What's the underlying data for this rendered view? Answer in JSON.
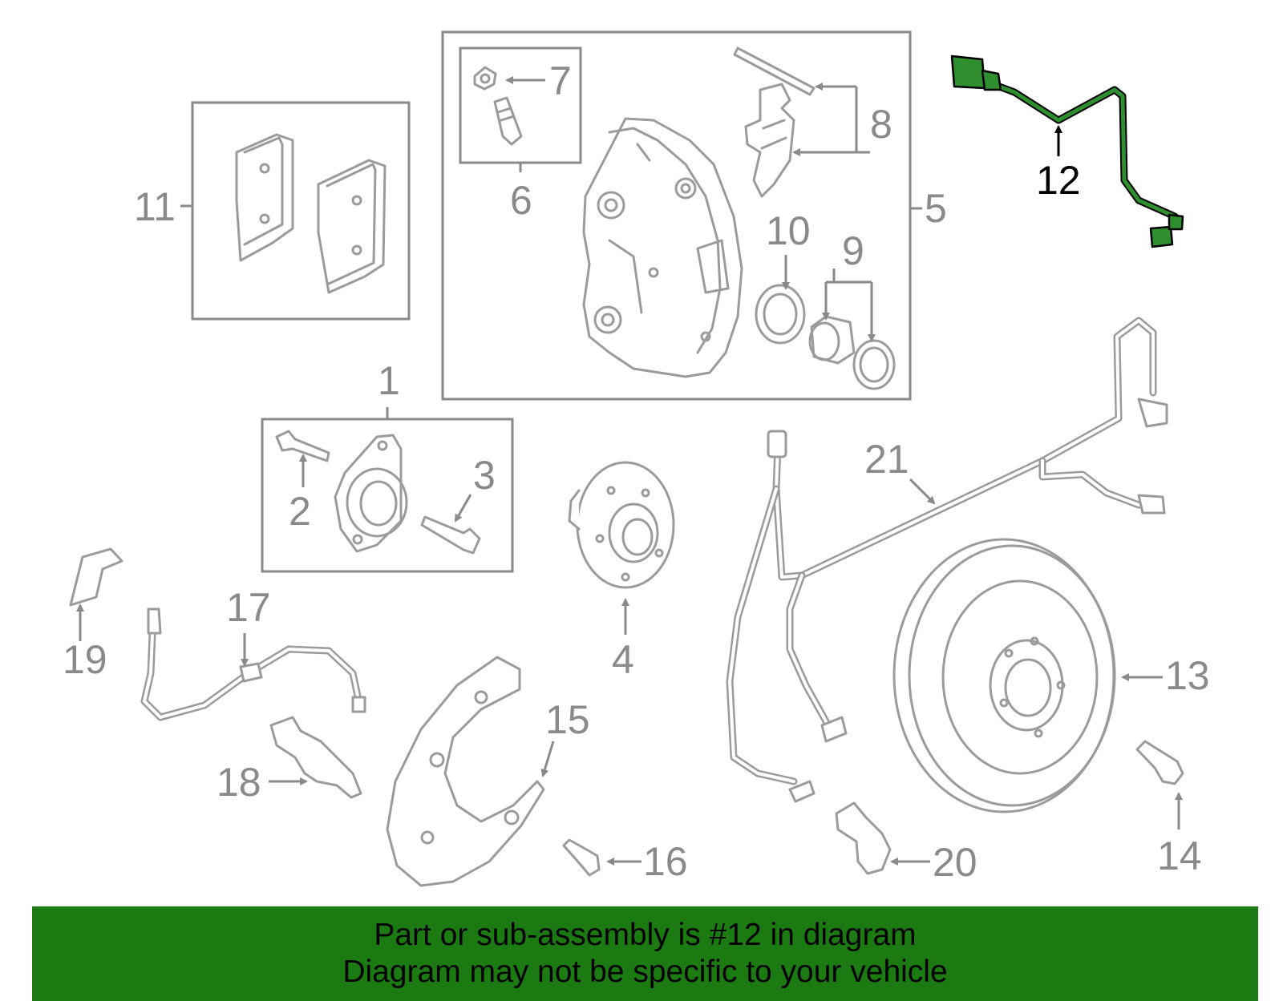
{
  "highlight": {
    "part_number": "12",
    "color": "#2f8f2f"
  },
  "colors": {
    "parts": "#9b9b9b",
    "labels": "#8a8a8a",
    "banner": "#1c7a12"
  },
  "callouts": [
    "1",
    "2",
    "3",
    "4",
    "5",
    "6",
    "7",
    "8",
    "9",
    "10",
    "11",
    "12",
    "13",
    "14",
    "15",
    "16",
    "17",
    "18",
    "19",
    "20",
    "21"
  ],
  "notice": {
    "line1": "Part or sub-assembly is #12 in diagram",
    "line2": "Diagram may not be specific to your vehicle"
  }
}
